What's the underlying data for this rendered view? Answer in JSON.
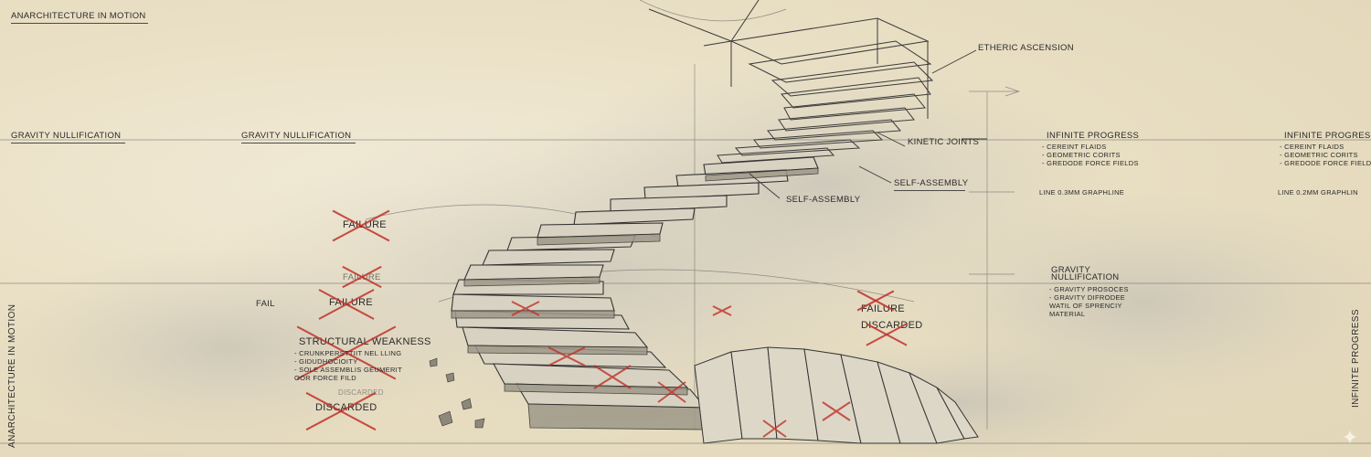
{
  "title": "ANARCHITECTURE  IN MOTION",
  "side_title_left": "ANARCHITECTURE IN MOTION",
  "side_title_right": "INFINITE PROGRESS",
  "left_labels": {
    "gravity_1": "GRAVITY NULLIFICATION",
    "gravity_2": "GRAVITY NULLIFICATION",
    "fail": "FAIL"
  },
  "failures": {
    "f1": "FAILURE",
    "f2": "FAILURE",
    "f3": "FAILURE",
    "f4": "FAILURE",
    "discarded_left": "DISCARDED",
    "discarded_left_faint": "DISCARDED",
    "discarded_right": "DISCARDED"
  },
  "structural": {
    "title": "STRUCTURAL WEAKNESS",
    "items": [
      "- CRUNKPERSTTIIT NEL LLING",
      "- GIDUDHOCIOITY",
      "- SOLE ASSEMBLIS GEUMERIT",
      "OOR FORCE FILD"
    ]
  },
  "stair_labels": {
    "etheric": "ETHERIC ASCENSION",
    "kinetic": "KINETIC JOINTS",
    "self_assembly_1": "SELF-ASSEMBLY",
    "self_assembly_2": "SELF-ASSEMBLY"
  },
  "right_block_1": {
    "title": "INFINITE PROGRESS",
    "items": [
      "- CEREINT FLAIDS",
      "- GEOMETRIC CORITS",
      "- GREDODE FORCE FIELDS"
    ],
    "line": "LINE 0.3MM GRAPHLINE"
  },
  "right_block_2": {
    "title": "INFINITE PROGRESS",
    "items": [
      "- CEREINT FLAIDS",
      "- GEOMETRIC CORITS",
      "- GREDODE FORCE FIELDS"
    ],
    "line": "LINE 0.2MM GRAPHLIN"
  },
  "gravity_block": {
    "title_1": "GRAVITY",
    "title_2": "NULLIFICATION",
    "items": [
      "- GRAVITY PROSOCES",
      "- GRAVITY DIFRODEE",
      "WATIL OF SPRENCIY",
      "MATERIAL"
    ]
  },
  "colors": {
    "paper": "#e9dfc4",
    "ink": "#2b2b2b",
    "red": "#c0302a"
  }
}
